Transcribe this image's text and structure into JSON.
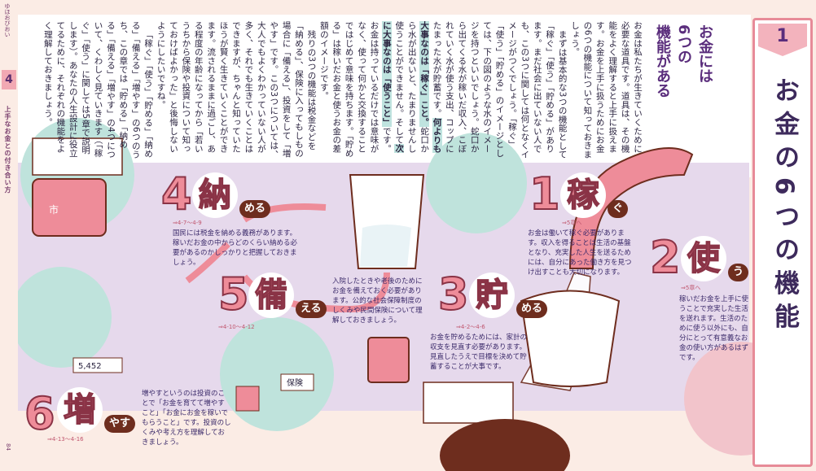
{
  "sidebar": {
    "header": "ゆほおびおい",
    "chapter": "4",
    "section_title": "上手なお金との付き合い方",
    "page_number": "84"
  },
  "title_box": {
    "badge": "1",
    "title": "お金の6つの機能"
  },
  "heading": [
    "お金には",
    "6つの",
    "機能がある"
  ],
  "body": {
    "p1": "お金は私たちが生きていくために必要な道具です。道具は、その機能をよく理解すると上手に扱えます。お金を上手に扱うためにお金の6つの機能について知っておきましょう。",
    "p2a": "まずは基本的な3つの機能として「稼ぐ」「使う」「貯める」があります。まだ社会に出ていない人でも、この3つに関しては何となくイメージがつくでしょう。「稼ぐ」「使う」「貯める」のイメージとしては、下の図のような水のイメージを持つといいでしょう。蛇口から出てくる水が稼いだ収入、こぼれていく水が使う支出、コップにたまった水が貯蓄です。",
    "p2_hl1": "何よりも大事なのは「稼ぐ」こと。",
    "p2b": "蛇口から水が出ないと、たまりませんし使うことができません。そして",
    "p2_hl2": "次に大事なのは「使うこと」",
    "p2c": "です。お金は持っているだけでは意味がなく、使って何かと交換することではじめて意味を持ちます。「貯める」は稼いだお金と使うお金の差額のイメージです。",
    "p3": "残りの3つの機能は税金などを「納める」、保険に入ってもしもの場合に「備える」、投資をして「増やす」です。この3つについては、大人でもよくわかっていない人が多く、それでも生きていくことはできますが、ちゃんと知っていたほうが賢く生きていくことができます。流されるままに過ごし、ある程度の年齢になってから「若いうちから保険や投資について知っておけばよかった」と後悔しないようにしたいですね。",
    "p4": "「稼ぐ」「使う」「貯める」「納める」「備える」「増やす」の6つのうち、この章では「貯める」「納める」「備える」「増やす」の4つについて、くわしく見ていきます（「稼ぐ」「使う」に関しては5章で説明します）。あなたの人生設計に役立てるために、それぞれの機能をよく理解しておきましょう。"
  },
  "functions": [
    {
      "num": "1",
      "kanji": "稼",
      "okuri": "ぐ",
      "ref": "⇒5章へ",
      "caption": "お金は働いて稼ぐ必要があります。収入を得ることは生活の基盤となり、充実した人生を送るためには、自分にあった働き方を見つけ出すことも大切になります。"
    },
    {
      "num": "2",
      "kanji": "使",
      "okuri": "う",
      "ref": "⇒5章へ",
      "caption": "稼いだお金を上手に使うことで充実した生活を送れます。生活のために使う以外にも、自分にとって有意義なお金の使い方があるはずです。"
    },
    {
      "num": "3",
      "kanji": "貯",
      "okuri": "める",
      "ref": "⇒4-2〜4-6",
      "caption": "お金を貯めるためには、家計の収支を見直す必要があります。見直したうえで目標を決めて貯蓄することが大事です。"
    },
    {
      "num": "4",
      "kanji": "納",
      "okuri": "める",
      "ref": "⇒4-7〜4-9",
      "caption": "国民には税金を納める義務があります。稼いだお金の中からどのくらい納める必要があるのかしっかりと把握しておきましょう。"
    },
    {
      "num": "5",
      "kanji": "備",
      "okuri": "える",
      "ref": "⇒4-10〜4-12",
      "caption": "入院したときや老後のためにお金を備えておく必要があります。公的な社会保障制度のしくみや民間保険について理解しておきましょう。"
    },
    {
      "num": "6",
      "kanji": "増",
      "okuri": "やす",
      "ref": "⇒4-13〜4-16",
      "caption": "増やすというのは投資のことで「お金を育てて増やすこと」「お金にお金を稼いでもらうこと」です。投資のしくみや考え方を理解しておきましょう。"
    }
  ],
  "illustration": {
    "stock_display": "5,452",
    "notebook_label": "保険",
    "truck_label": "市"
  },
  "colors": {
    "accent_pink": "#ee8c99",
    "band_lavender": "#e6d9ec",
    "heading_purple": "#5a2d7c",
    "highlight_teal": "#bfe3df"
  }
}
